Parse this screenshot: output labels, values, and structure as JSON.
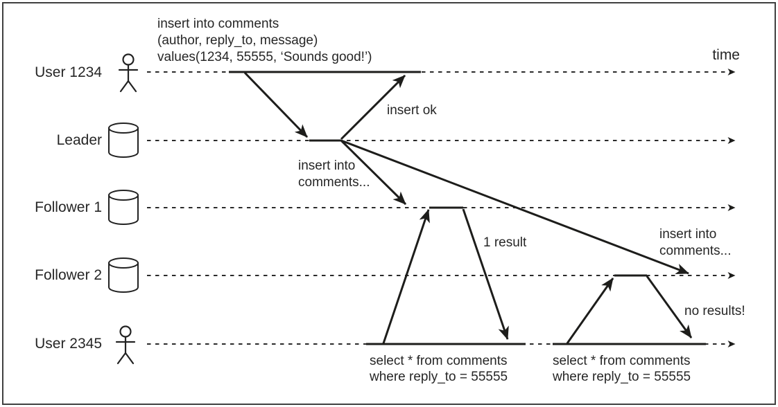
{
  "figure": {
    "border_color": "#3f3f3f",
    "ink_color": "#1d1d1b",
    "text_color": "#262626"
  },
  "diagram": {
    "time_label": "time",
    "actors": [
      {
        "label": "User 1234",
        "icon": "person-icon"
      },
      {
        "label": "Leader",
        "icon": "database-icon"
      },
      {
        "label": "Follower 1",
        "icon": "database-icon"
      },
      {
        "label": "Follower 2",
        "icon": "database-icon"
      },
      {
        "label": "User 2345",
        "icon": "person-icon"
      }
    ],
    "annotations": {
      "insert_statement": {
        "lines": [
          "insert into comments",
          "(author, reply_to, message)",
          "values(1234, 55555, ‘Sounds good!’)"
        ]
      },
      "insert_ok": "insert ok",
      "replicate_to_follower1": {
        "lines": [
          "insert into",
          "comments..."
        ]
      },
      "replicate_to_follower2": {
        "lines": [
          "insert into",
          "comments..."
        ]
      },
      "query_result_1": "1 result",
      "query_result_2": "no results!",
      "select_query_1": {
        "lines": [
          "select * from comments",
          "where reply_to = 55555"
        ]
      },
      "select_query_2": {
        "lines": [
          "select * from comments",
          "where reply_to = 55555"
        ]
      }
    }
  }
}
